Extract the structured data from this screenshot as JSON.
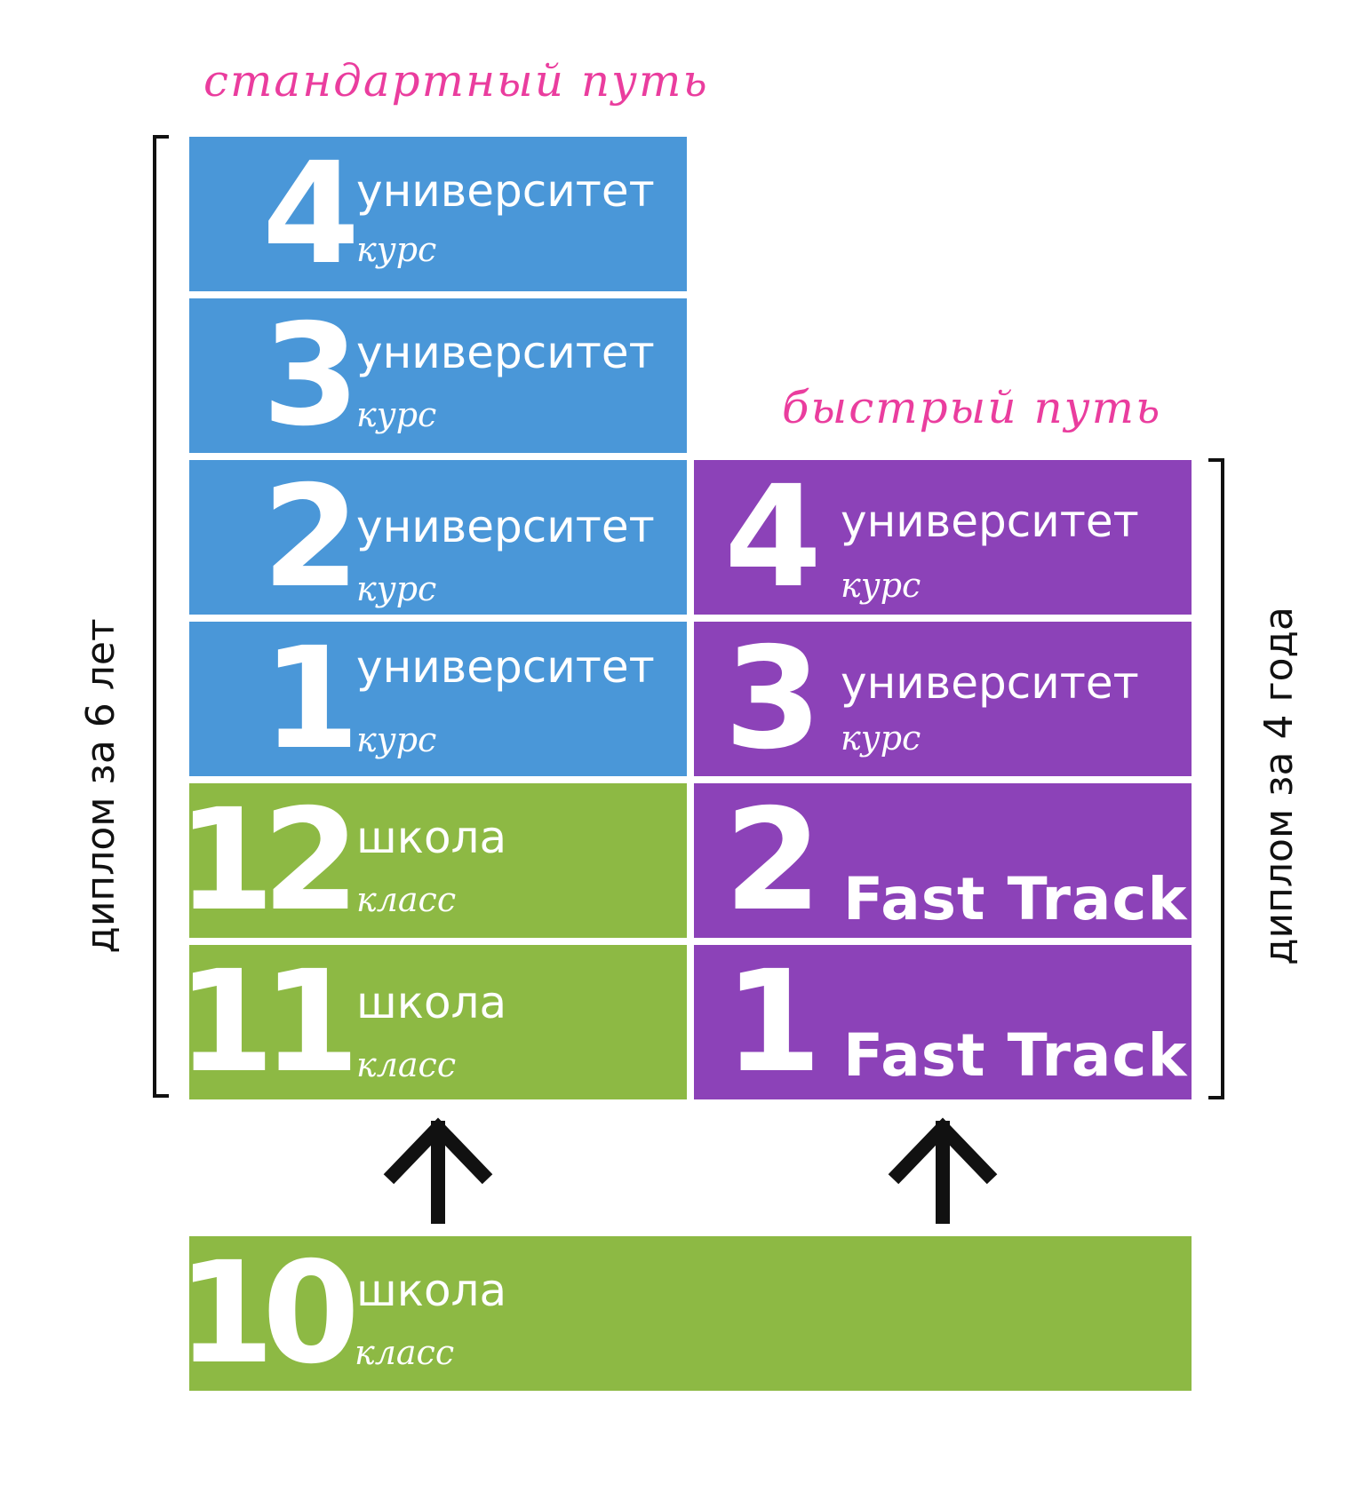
{
  "colors": {
    "university_blue": "#4a97d8",
    "school_green": "#8db944",
    "fast_track_purple": "#8c42b8",
    "title_pink": "#ea3d9e",
    "text_white": "#ffffff",
    "ink": "#111111"
  },
  "titles": {
    "standard": "стандартный путь",
    "fast": "быстрый путь"
  },
  "brackets": {
    "standard_label": "диплом за 6 лет",
    "fast_label": "диплом за 4 года"
  },
  "standard_path": [
    {
      "number": "4",
      "main": "университет",
      "sub": "курс"
    },
    {
      "number": "3",
      "main": "университет",
      "sub": "курс"
    },
    {
      "number": "2",
      "main": "университет",
      "sub": "курс"
    },
    {
      "number": "1",
      "main": "университет",
      "sub": "курс"
    },
    {
      "number": "12",
      "main": "школа",
      "sub": "класс"
    },
    {
      "number": "11",
      "main": "школа",
      "sub": "класс"
    }
  ],
  "fast_path": [
    {
      "number": "4",
      "main": "университет",
      "sub": "курс"
    },
    {
      "number": "3",
      "main": "университет",
      "sub": "курс"
    },
    {
      "number": "2",
      "track": "Fast Track"
    },
    {
      "number": "1",
      "track": "Fast Track"
    }
  ],
  "base": {
    "number": "10",
    "main": "школа",
    "sub": "класс"
  },
  "icons": {
    "left_arrow": "arrow-up-icon",
    "right_arrow": "arrow-up-icon"
  }
}
